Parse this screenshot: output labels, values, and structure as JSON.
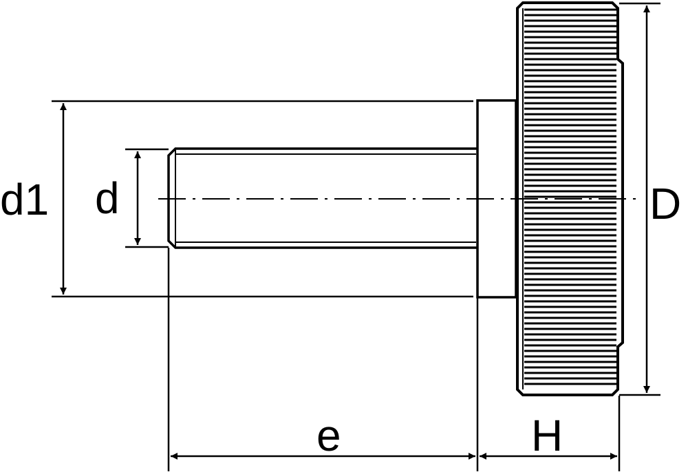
{
  "labels": {
    "d1": "d1",
    "d": "d",
    "D": "D",
    "e": "e",
    "H": "H"
  },
  "colors": {
    "ink": "#000000",
    "background": "#ffffff"
  }
}
